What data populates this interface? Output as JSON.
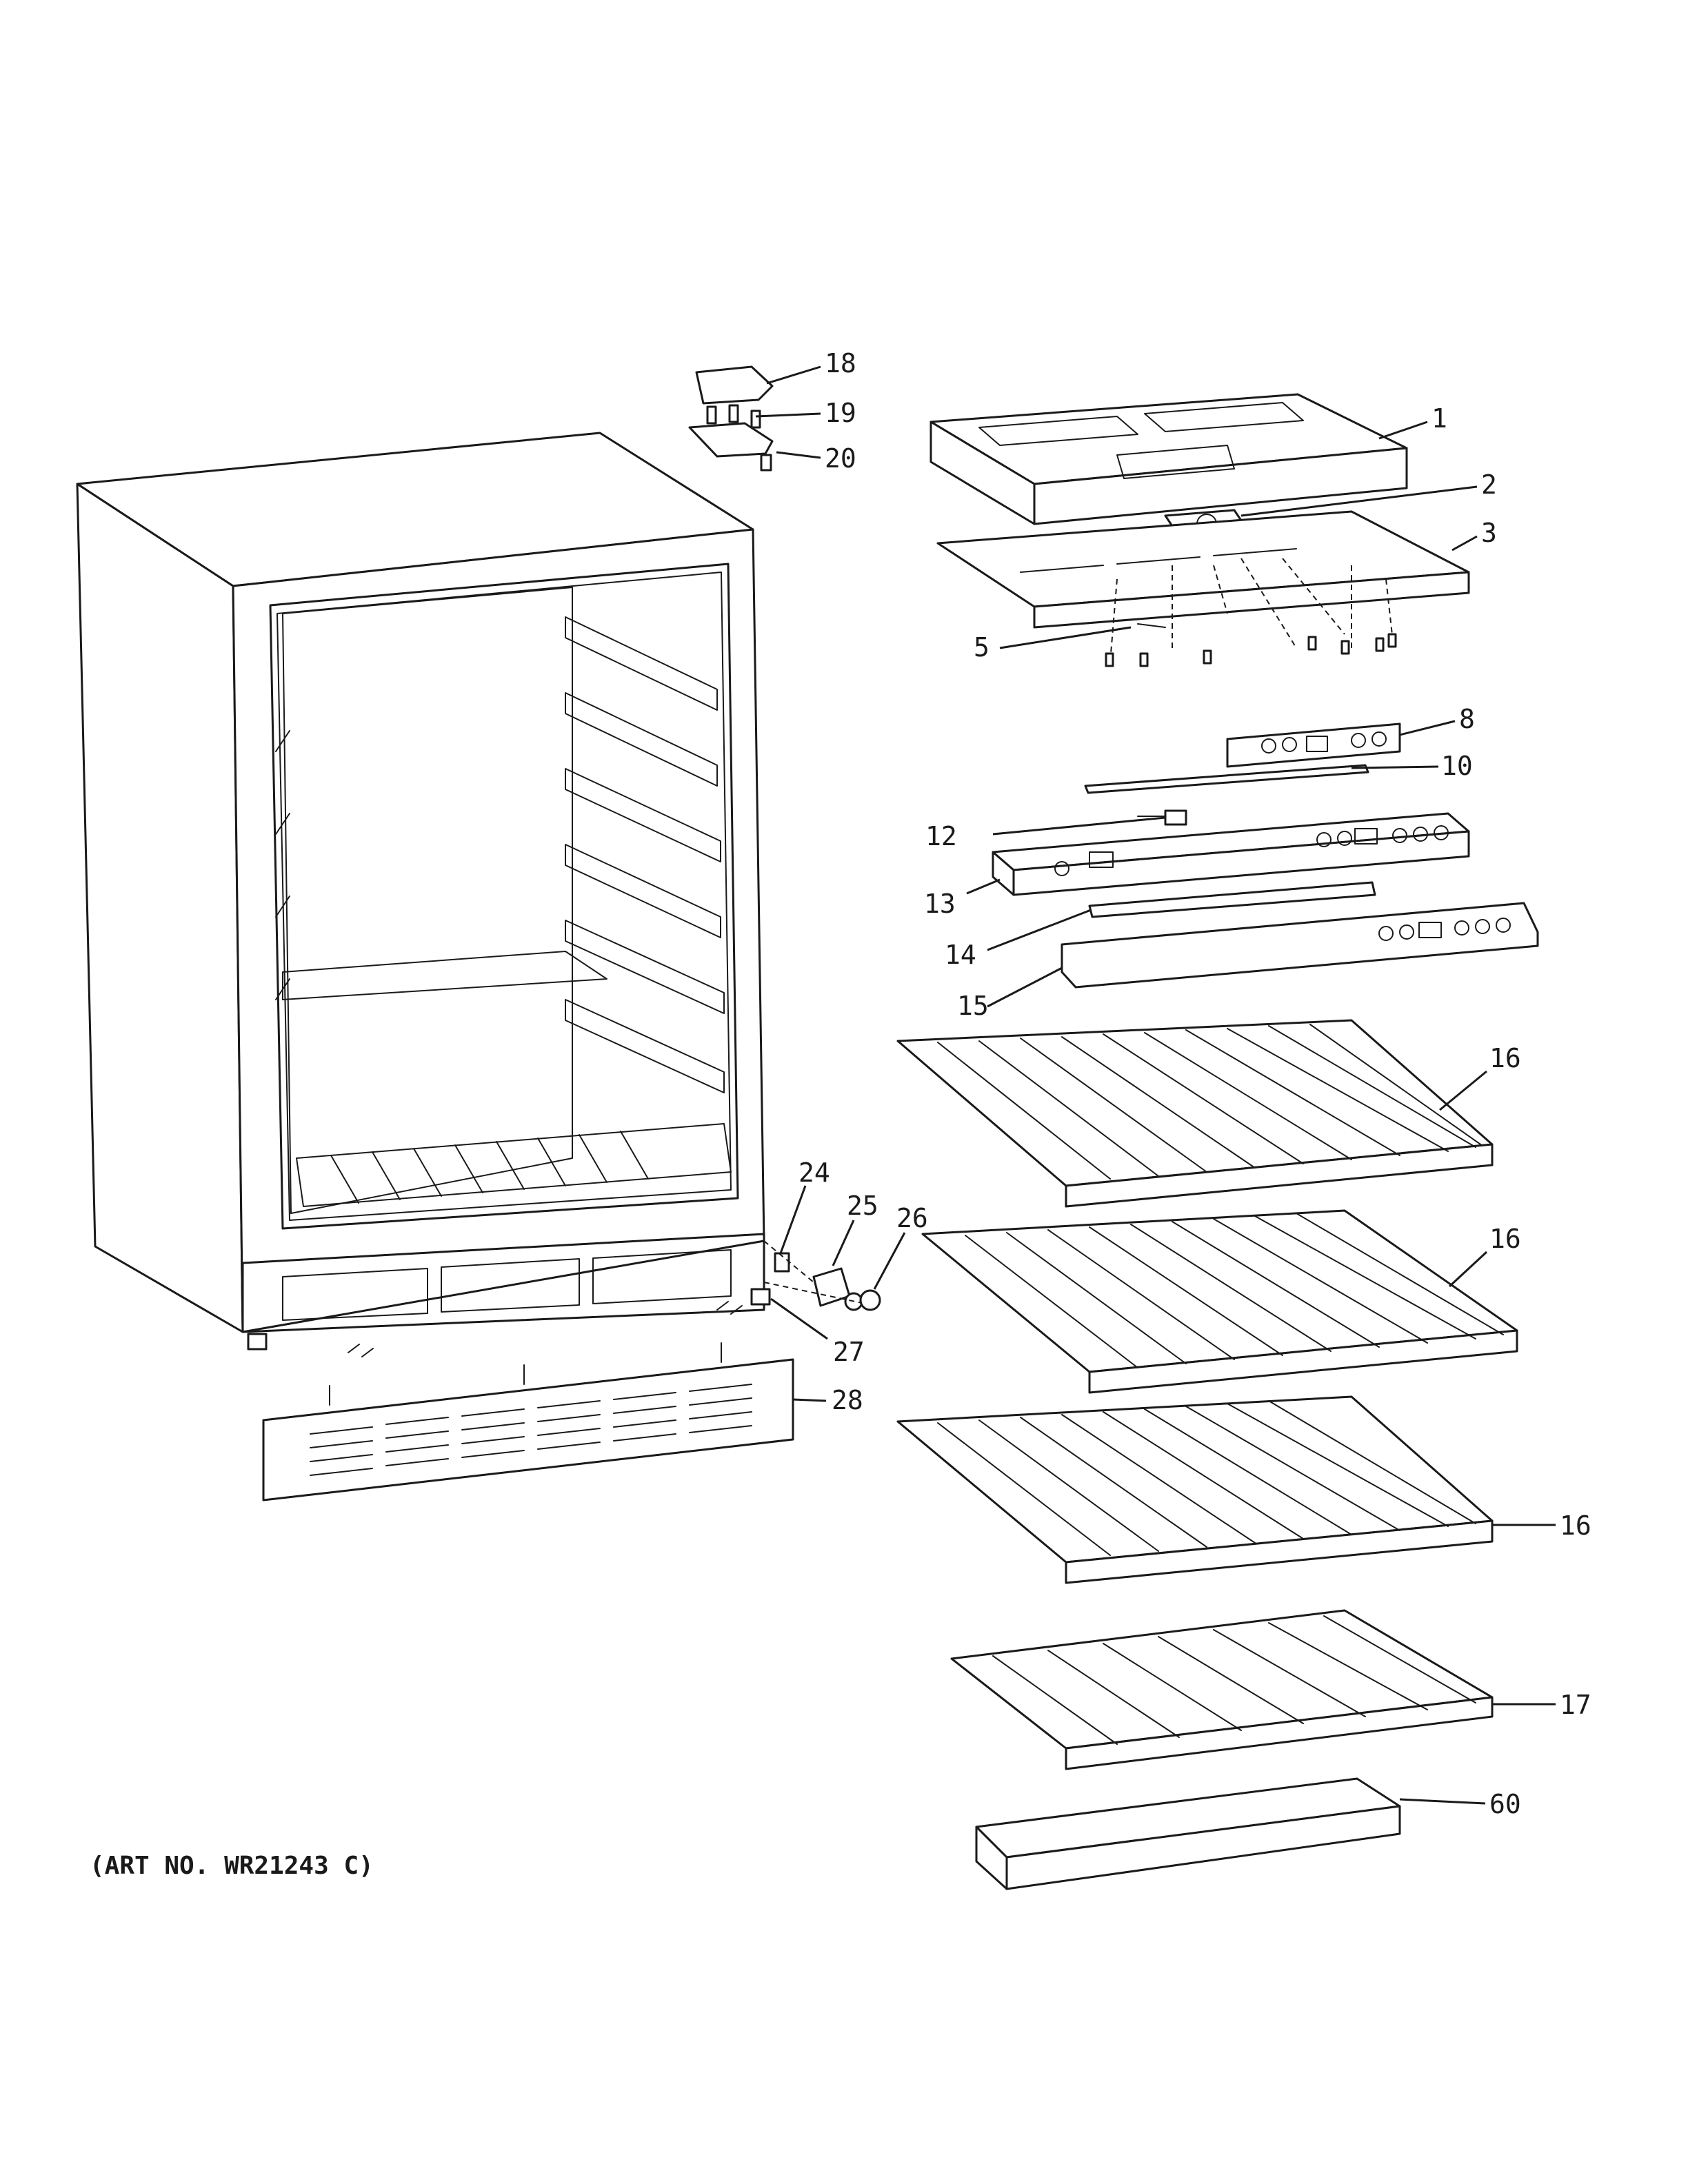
{
  "art_number": "(ART NO. WR21243 C)",
  "callouts": [
    {
      "id": "c1",
      "label": "1"
    },
    {
      "id": "c2",
      "label": "2"
    },
    {
      "id": "c3",
      "label": "3"
    },
    {
      "id": "c5",
      "label": "5"
    },
    {
      "id": "c8",
      "label": "8"
    },
    {
      "id": "c10",
      "label": "10"
    },
    {
      "id": "c12",
      "label": "12"
    },
    {
      "id": "c13",
      "label": "13"
    },
    {
      "id": "c14",
      "label": "14"
    },
    {
      "id": "c15",
      "label": "15"
    },
    {
      "id": "c16a",
      "label": "16"
    },
    {
      "id": "c16b",
      "label": "16"
    },
    {
      "id": "c16c",
      "label": "16"
    },
    {
      "id": "c17",
      "label": "17"
    },
    {
      "id": "c18",
      "label": "18"
    },
    {
      "id": "c19",
      "label": "19"
    },
    {
      "id": "c20",
      "label": "20"
    },
    {
      "id": "c24",
      "label": "24"
    },
    {
      "id": "c25",
      "label": "25"
    },
    {
      "id": "c26",
      "label": "26"
    },
    {
      "id": "c27",
      "label": "27"
    },
    {
      "id": "c28",
      "label": "28"
    },
    {
      "id": "c60",
      "label": "60"
    }
  ]
}
